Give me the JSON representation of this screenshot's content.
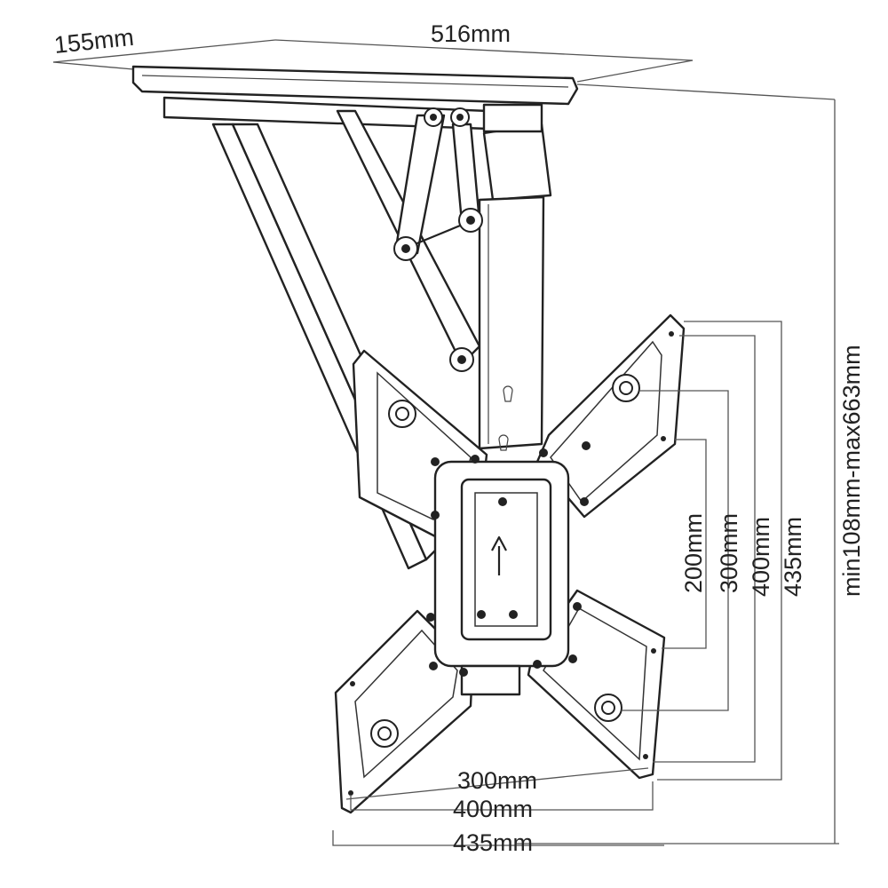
{
  "dimensions": {
    "depth": "155mm",
    "width": "516mm",
    "drop_height": "min108mm-max663mm",
    "vertical": [
      "200mm",
      "300mm",
      "400mm",
      "435mm"
    ],
    "horizontal": [
      "300mm",
      "400mm",
      "435mm"
    ]
  },
  "colors": {
    "line": "#222222",
    "background": "#ffffff"
  }
}
